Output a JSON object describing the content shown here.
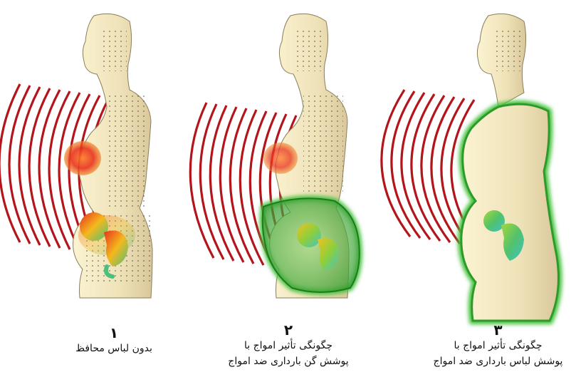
{
  "panels": [
    {
      "number": "١",
      "caption_lines": [
        "بدون لباس محافظ"
      ]
    },
    {
      "number": "٢",
      "caption_lines": [
        "چگونگی تأثیر امواج با",
        "پوشش گن بارداری ضد امواج"
      ]
    },
    {
      "number": "٣",
      "caption_lines": [
        "چگونگی تأثیر امواج با",
        "پوشش لباس بارداری ضد امواج"
      ]
    }
  ],
  "colors": {
    "body_fill": "#efe2b8",
    "body_stroke": "#8a7d58",
    "wave": "#b3151b",
    "shield_green": "#44c23c",
    "fetus_hot": "#e8321c",
    "fetus_cool": "#3fc3c9"
  }
}
